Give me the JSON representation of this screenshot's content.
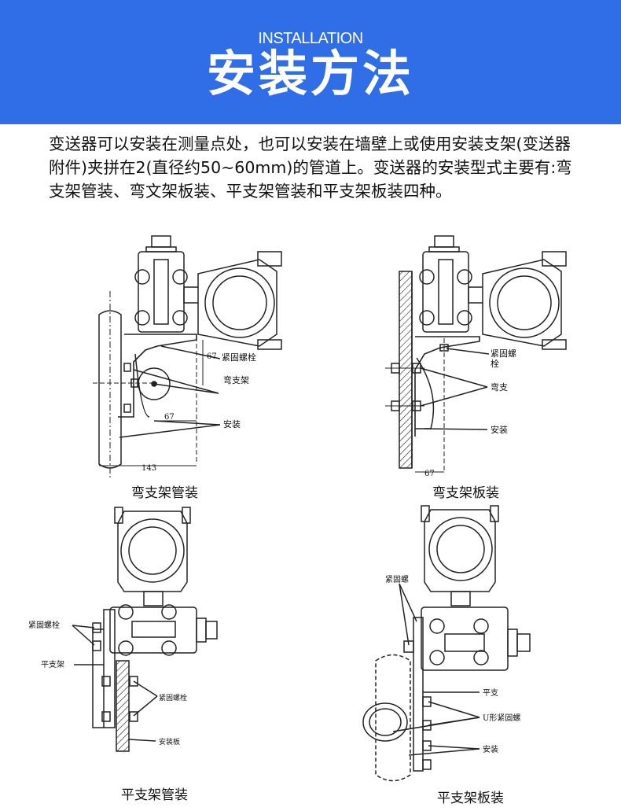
{
  "header": {
    "title_en": "INSTALLATION",
    "title_zh": "安装方法",
    "background_color": "#2f6ee6"
  },
  "intro": {
    "text": "变送器可以安装在测量点处，也可以安装在墙壁上或使用安装支架(变送器附件)夹拼在2(直径约50~60mm)的管道上。变送器的安装型式主要有:弯支架管装、弯文架板装、平支架管装和平支架板装四种。"
  },
  "diagrams": {
    "d1": {
      "caption": "弯支架管装",
      "labels": {
        "bolt": "紧固螺栓",
        "bracket": "弯支架",
        "mount": "安装"
      },
      "dims": {
        "height": "67",
        "width_inner": "67",
        "width_total": "143"
      }
    },
    "d2": {
      "caption": "弯支架板装",
      "labels": {
        "bolt_l1": "紧固螺",
        "bolt_l2": "栓",
        "bracket": "弯支",
        "mount": "安装"
      },
      "dims": {
        "width": "67"
      }
    },
    "d3": {
      "caption": "平支架管装",
      "labels": {
        "bolt": "紧固螺栓",
        "bracket": "平支架",
        "bolt2": "紧固螺栓",
        "mount": "安装板"
      }
    },
    "d4": {
      "caption": "平支架板装",
      "labels": {
        "bolt": "紧固螺",
        "bracket": "平支",
        "ubolt": "U形紧固螺",
        "mount": "安装"
      }
    }
  }
}
